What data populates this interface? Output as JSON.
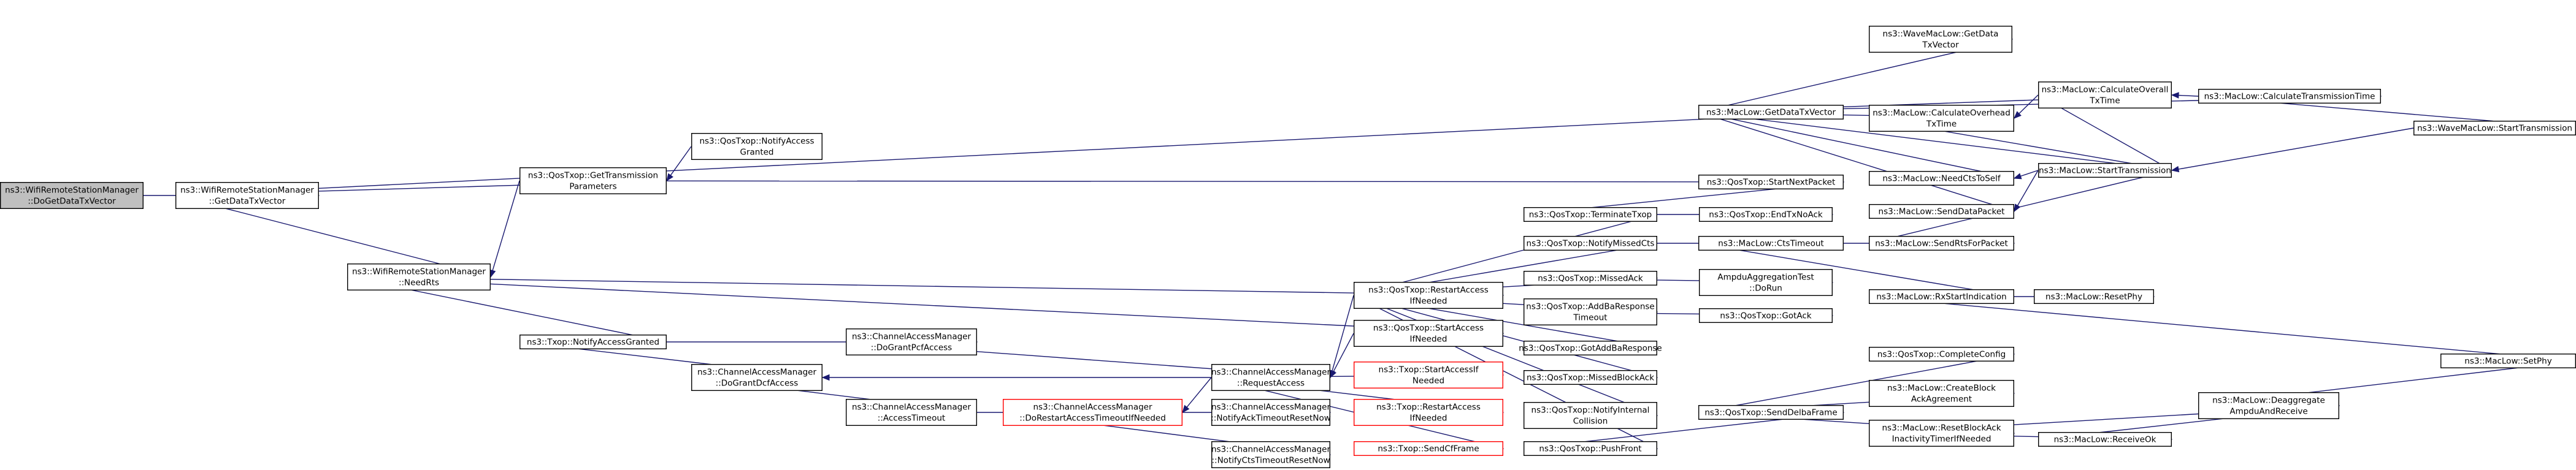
{
  "graph": {
    "edge_color": "#191970",
    "root_fill": "#bfbfbf",
    "highlight_border_color": "#ff0000",
    "nodes": [
      {
        "id": "n0",
        "lines": [
          "ns3::WifiRemoteStationManager",
          "::DoGetDataTxVector"
        ],
        "root": true
      },
      {
        "id": "n1",
        "lines": [
          "ns3::WifiRemoteStationManager",
          "::GetDataTxVector"
        ]
      },
      {
        "id": "n2",
        "lines": [
          "ns3::MacLow::GetDataTxVector"
        ]
      },
      {
        "id": "n3",
        "lines": [
          "ns3::MacLow::CalculateTransmissionTime"
        ]
      },
      {
        "id": "n4",
        "lines": [
          "ns3::WaveMacLow::StartTransmission"
        ]
      },
      {
        "id": "n5",
        "lines": [
          "ns3::WaveMacLow::GetData",
          "TxVector"
        ]
      },
      {
        "id": "n6",
        "lines": [
          "ns3::MacLow::CalculateOverall",
          "TxTime"
        ]
      },
      {
        "id": "n7",
        "lines": [
          "ns3::MacLow::CalculateOverhead",
          "TxTime"
        ]
      },
      {
        "id": "n8",
        "lines": [
          "ns3::MacLow::StartTransmission"
        ]
      },
      {
        "id": "n9",
        "lines": [
          "ns3::MacLow::NeedCtsToSelf"
        ]
      },
      {
        "id": "n10",
        "lines": [
          "ns3::MacLow::SendDataPacket"
        ]
      },
      {
        "id": "n11",
        "lines": [
          "ns3::QosTxop::NotifyAccess",
          "Granted"
        ]
      },
      {
        "id": "n12",
        "lines": [
          "ns3::QosTxop::GetTransmission",
          "Parameters"
        ]
      },
      {
        "id": "n13",
        "lines": [
          "ns3::QosTxop::StartNextPacket"
        ]
      },
      {
        "id": "n14",
        "lines": [
          "ns3::WifiRemoteStationManager",
          "::NeedRts"
        ]
      },
      {
        "id": "n15",
        "lines": [
          "ns3::QosTxop::RestartAccess",
          "IfNeeded"
        ]
      },
      {
        "id": "n16",
        "lines": [
          "ns3::QosTxop::TerminateTxop"
        ]
      },
      {
        "id": "n17",
        "lines": [
          "ns3::QosTxop::EndTxNoAck"
        ]
      },
      {
        "id": "n18",
        "lines": [
          "ns3::QosTxop::NotifyMissedCts"
        ]
      },
      {
        "id": "n19",
        "lines": [
          "ns3::MacLow::CtsTimeout"
        ]
      },
      {
        "id": "n20",
        "lines": [
          "ns3::MacLow::SendRtsForPacket"
        ]
      },
      {
        "id": "n21",
        "lines": [
          "ns3::MacLow::RxStartIndication"
        ]
      },
      {
        "id": "n22",
        "lines": [
          "ns3::MacLow::ResetPhy"
        ]
      },
      {
        "id": "n23",
        "lines": [
          "ns3::MacLow::SetPhy"
        ]
      },
      {
        "id": "n24",
        "lines": [
          "ns3::QosTxop::MissedAck"
        ]
      },
      {
        "id": "n25",
        "lines": [
          "AmpduAggregationTest",
          "::DoRun"
        ]
      },
      {
        "id": "n26",
        "lines": [
          "ns3::QosTxop::AddBaResponse",
          "Timeout"
        ]
      },
      {
        "id": "n27",
        "lines": [
          "ns3::QosTxop::GotAck"
        ]
      },
      {
        "id": "n28",
        "lines": [
          "ns3::QosTxop::GotAddBaResponse"
        ]
      },
      {
        "id": "n29",
        "lines": [
          "ns3::QosTxop::MissedBlockAck"
        ]
      },
      {
        "id": "n30",
        "lines": [
          "ns3::QosTxop::NotifyInternal",
          "Collision"
        ]
      },
      {
        "id": "n31",
        "lines": [
          "ns3::QosTxop::PushFront"
        ]
      },
      {
        "id": "n32",
        "lines": [
          "ns3::QosTxop::SendDelbaFrame"
        ]
      },
      {
        "id": "n33",
        "lines": [
          "ns3::QosTxop::CompleteConfig"
        ]
      },
      {
        "id": "n34",
        "lines": [
          "ns3::MacLow::CreateBlock",
          "AckAgreement"
        ]
      },
      {
        "id": "n35",
        "lines": [
          "ns3::MacLow::ResetBlockAck",
          "InactivityTimerIfNeeded"
        ]
      },
      {
        "id": "n36",
        "lines": [
          "ns3::MacLow::ReceiveOk"
        ]
      },
      {
        "id": "n37",
        "lines": [
          "ns3::MacLow::Deaggregate",
          "AmpduAndReceive"
        ]
      },
      {
        "id": "n38",
        "lines": [
          "ns3::QosTxop::StartAccess",
          "IfNeeded"
        ]
      },
      {
        "id": "n39",
        "lines": [
          "ns3::Txop::NotifyAccessGranted"
        ]
      },
      {
        "id": "n40",
        "lines": [
          "ns3::ChannelAccessManager",
          "::DoGrantPcfAccess"
        ]
      },
      {
        "id": "n41",
        "lines": [
          "ns3::ChannelAccessManager",
          "::RequestAccess"
        ]
      },
      {
        "id": "n42",
        "lines": [
          "ns3::ChannelAccessManager",
          "::DoGrantDcfAccess"
        ]
      },
      {
        "id": "n43",
        "lines": [
          "ns3::ChannelAccessManager",
          "::AccessTimeout"
        ]
      },
      {
        "id": "n44",
        "lines": [
          "ns3::ChannelAccessManager",
          "::DoRestartAccessTimeoutIfNeeded"
        ],
        "red": true
      },
      {
        "id": "n45",
        "lines": [
          "ns3::ChannelAccessManager",
          "::NotifyAckTimeoutResetNow"
        ]
      },
      {
        "id": "n46",
        "lines": [
          "ns3::ChannelAccessManager",
          "::NotifyCtsTimeoutResetNow"
        ]
      },
      {
        "id": "n47",
        "lines": [
          "ns3::Txop::StartAccessIf",
          "Needed"
        ],
        "red": true
      },
      {
        "id": "n48",
        "lines": [
          "ns3::Txop::RestartAccess",
          "IfNeeded"
        ],
        "red": true
      },
      {
        "id": "n49",
        "lines": [
          "ns3::Txop::SendCfFrame"
        ],
        "red": true
      }
    ],
    "edges": [
      [
        "n1",
        "n0"
      ],
      [
        "n2",
        "n1"
      ],
      [
        "n3",
        "n2"
      ],
      [
        "n4",
        "n3"
      ],
      [
        "n5",
        "n2"
      ],
      [
        "n6",
        "n2"
      ],
      [
        "n6",
        "n3"
      ],
      [
        "n7",
        "n2"
      ],
      [
        "n7",
        "n6"
      ],
      [
        "n8",
        "n2"
      ],
      [
        "n8",
        "n4"
      ],
      [
        "n8",
        "n6"
      ],
      [
        "n8",
        "n7"
      ],
      [
        "n9",
        "n2"
      ],
      [
        "n9",
        "n8"
      ],
      [
        "n10",
        "n2"
      ],
      [
        "n10",
        "n8"
      ],
      [
        "n12",
        "n1"
      ],
      [
        "n12",
        "n11"
      ],
      [
        "n13",
        "n12"
      ],
      [
        "n14",
        "n1"
      ],
      [
        "n14",
        "n12"
      ],
      [
        "n15",
        "n14"
      ],
      [
        "n16",
        "n15"
      ],
      [
        "n13",
        "n16"
      ],
      [
        "n17",
        "n16"
      ],
      [
        "n18",
        "n15"
      ],
      [
        "n19",
        "n18"
      ],
      [
        "n20",
        "n19"
      ],
      [
        "n8",
        "n20"
      ],
      [
        "n21",
        "n19"
      ],
      [
        "n22",
        "n21"
      ],
      [
        "n23",
        "n21"
      ],
      [
        "n24",
        "n15"
      ],
      [
        "n25",
        "n24"
      ],
      [
        "n26",
        "n15"
      ],
      [
        "n27",
        "n26"
      ],
      [
        "n28",
        "n15"
      ],
      [
        "n29",
        "n15"
      ],
      [
        "n30",
        "n15"
      ],
      [
        "n31",
        "n15"
      ],
      [
        "n32",
        "n31"
      ],
      [
        "n33",
        "n32"
      ],
      [
        "n34",
        "n32"
      ],
      [
        "n35",
        "n32"
      ],
      [
        "n36",
        "n35"
      ],
      [
        "n37",
        "n35"
      ],
      [
        "n37",
        "n36"
      ],
      [
        "n23",
        "n37"
      ],
      [
        "n38",
        "n14"
      ],
      [
        "n39",
        "n14"
      ],
      [
        "n40",
        "n39"
      ],
      [
        "n41",
        "n15"
      ],
      [
        "n41",
        "n38"
      ],
      [
        "n41",
        "n40"
      ],
      [
        "n42",
        "n39"
      ],
      [
        "n42",
        "n41"
      ],
      [
        "n43",
        "n42"
      ],
      [
        "n44",
        "n43"
      ],
      [
        "n44",
        "n41"
      ],
      [
        "n45",
        "n44"
      ],
      [
        "n46",
        "n44"
      ],
      [
        "n47",
        "n41"
      ],
      [
        "n48",
        "n41"
      ],
      [
        "n49",
        "n41"
      ]
    ]
  }
}
